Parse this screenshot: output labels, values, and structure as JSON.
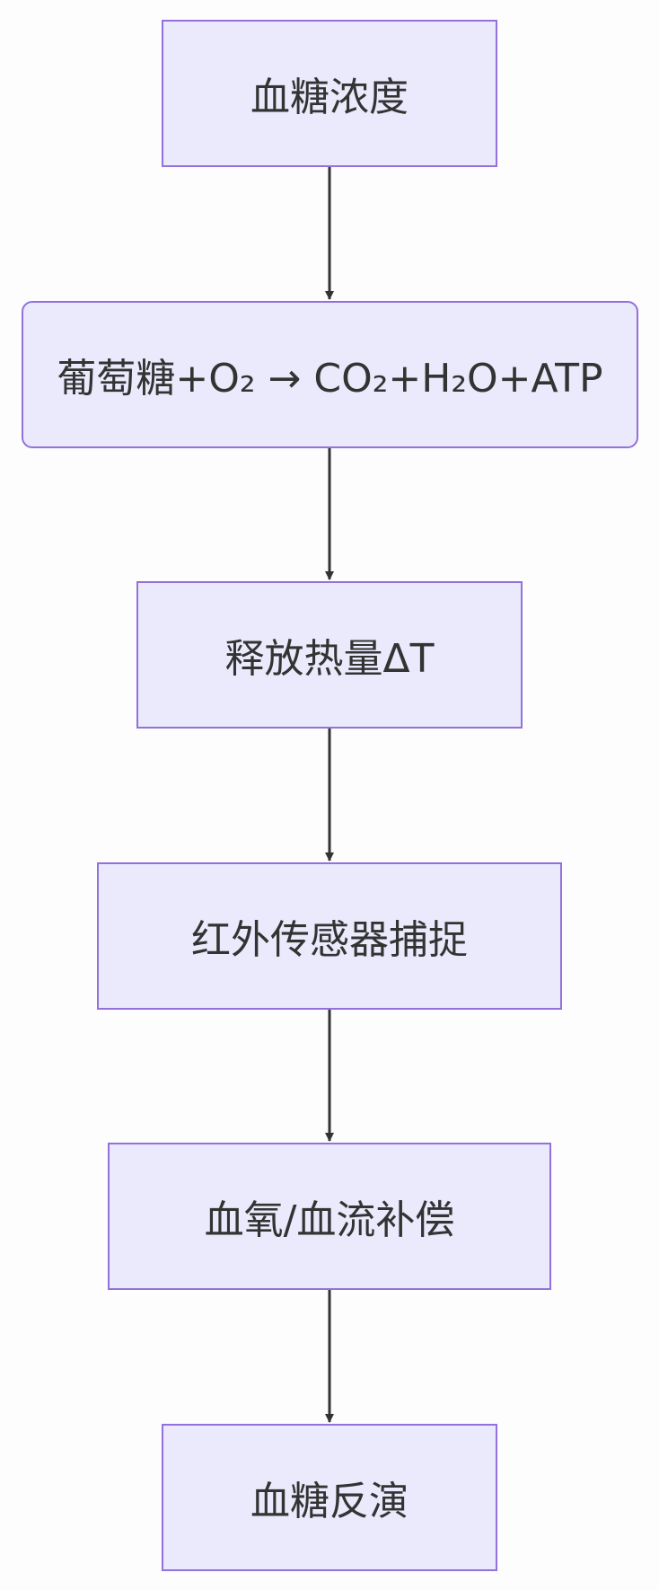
{
  "diagram": {
    "type": "flowchart",
    "direction": "top-to-bottom",
    "colors": {
      "node_fill": "#eaeafc",
      "node_border": "#9370db",
      "text": "#333333",
      "edge": "#333333",
      "background": "#fdfdfd"
    },
    "nodes": [
      {
        "id": "n1",
        "label": "血糖浓度",
        "shape": "rect"
      },
      {
        "id": "n2",
        "label": "葡萄糖+O₂ → CO₂+H₂O+ATP",
        "shape": "rounded-rect"
      },
      {
        "id": "n3",
        "label": "释放热量ΔT",
        "shape": "rect"
      },
      {
        "id": "n4",
        "label": "红外传感器捕捉",
        "shape": "rect"
      },
      {
        "id": "n5",
        "label": "血氧/血流补偿",
        "shape": "rect"
      },
      {
        "id": "n6",
        "label": "血糖反演",
        "shape": "rect"
      }
    ],
    "edges": [
      {
        "from": "n1",
        "to": "n2"
      },
      {
        "from": "n2",
        "to": "n3"
      },
      {
        "from": "n3",
        "to": "n4"
      },
      {
        "from": "n4",
        "to": "n5"
      },
      {
        "from": "n5",
        "to": "n6"
      }
    ]
  }
}
